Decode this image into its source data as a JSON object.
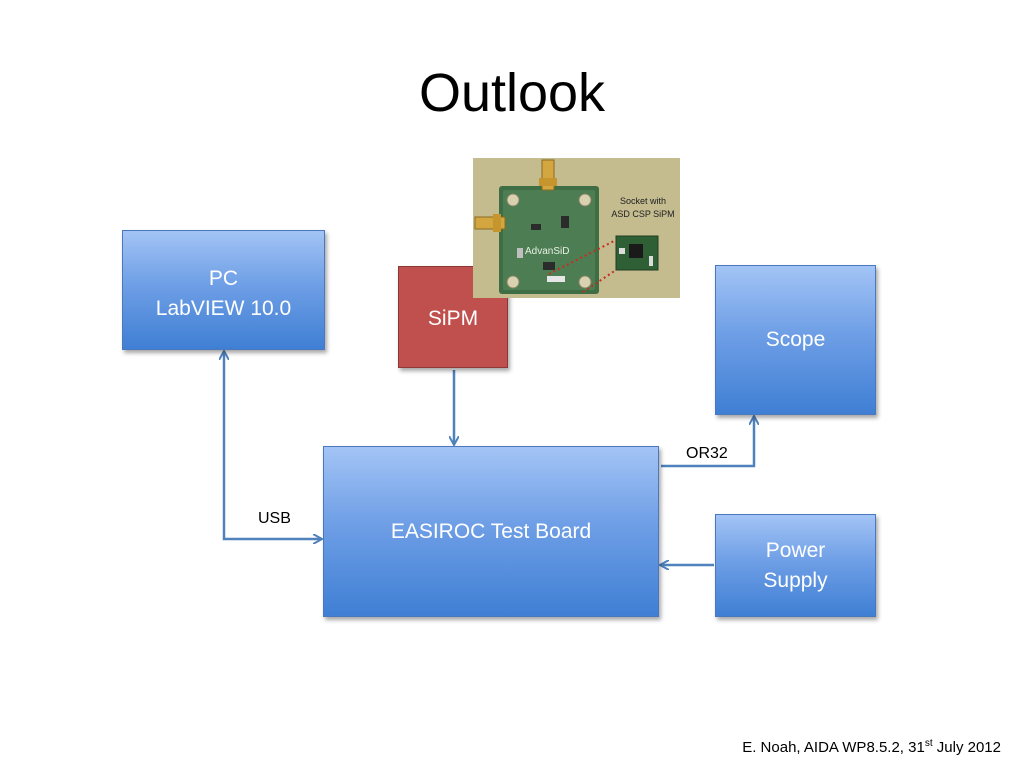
{
  "slide": {
    "title": "Outlook",
    "footer": {
      "prefix": "E. Noah, AIDA WP8.5.2, 31",
      "sup": "st",
      "suffix": " July 2012"
    }
  },
  "blocks": {
    "pc": {
      "line1": "PC",
      "line2": "LabVIEW 10.0"
    },
    "sipm": "SiPM",
    "scope": "Scope",
    "board": "EASIROC Test Board",
    "power": {
      "line1": "Power",
      "line2": "Supply"
    }
  },
  "connections": {
    "usb": "USB",
    "or32": "OR32"
  },
  "photo": {
    "caption_line1": "Socket with",
    "caption_line2": "ASD CSP SiPM",
    "board_brand": "AdvanSiD"
  },
  "colors": {
    "block_blue": "#6f9fe6",
    "block_red": "#c0504d",
    "arrow": "#4f81bd"
  }
}
